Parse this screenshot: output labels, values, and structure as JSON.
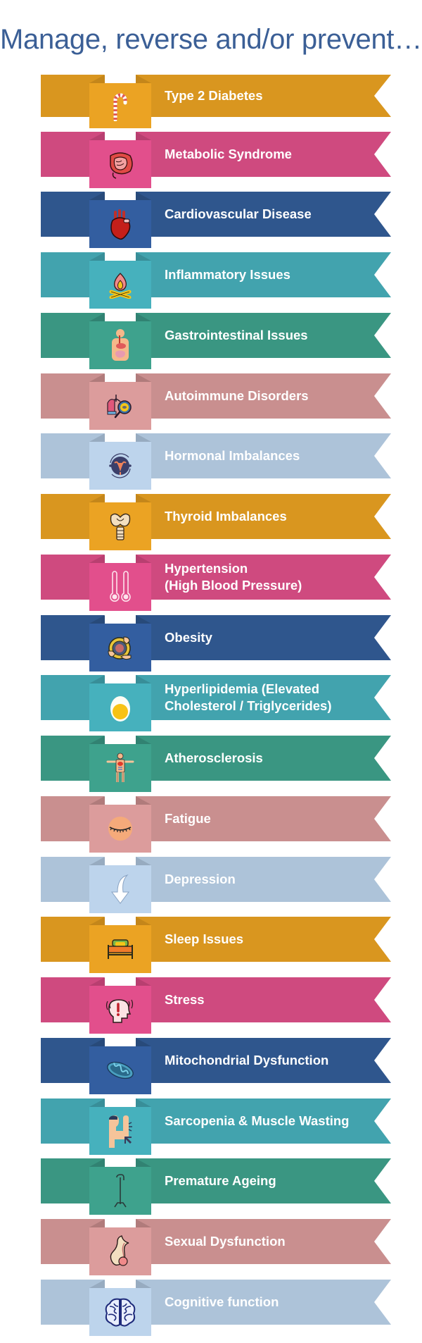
{
  "title": "Manage, reverse and/or prevent…",
  "colors": {
    "title": "#3b5f96",
    "label_text": "#ffffff",
    "themes": {
      "gold": {
        "banner": "#d9961f",
        "tab": "#eba323",
        "fold": "#c4861a"
      },
      "pink": {
        "banner": "#cf4a7f",
        "tab": "#e24f8c",
        "fold": "#b83f70"
      },
      "navy": {
        "banner": "#2f568d",
        "tab": "#335ea0",
        "fold": "#284a7a"
      },
      "cyan": {
        "banner": "#42a3ae",
        "tab": "#46b1bd",
        "fold": "#388e98"
      },
      "green": {
        "banner": "#3a9682",
        "tab": "#3ea28d",
        "fold": "#318272"
      },
      "rose": {
        "banner": "#c98f8f",
        "tab": "#dc9c9c",
        "fold": "#b07b7b"
      },
      "sky": {
        "banner": "#adc3d9",
        "tab": "#bdd4ec",
        "fold": "#97abc0"
      }
    }
  },
  "conditions": [
    {
      "label": "Type 2 Diabetes",
      "label2": "",
      "theme": "gold",
      "icon": "candy-cane-icon"
    },
    {
      "label": "Metabolic Syndrome",
      "label2": "",
      "theme": "pink",
      "icon": "intestines-icon"
    },
    {
      "label": "Cardiovascular Disease",
      "label2": "",
      "theme": "navy",
      "icon": "heart-icon"
    },
    {
      "label": "Inflammatory Issues",
      "label2": "",
      "theme": "cyan",
      "icon": "campfire-icon"
    },
    {
      "label": "Gastrointestinal Issues",
      "label2": "",
      "theme": "green",
      "icon": "digestive-system-icon"
    },
    {
      "label": "Autoimmune Disorders",
      "label2": "",
      "theme": "rose",
      "icon": "lungs-magnifier-icon"
    },
    {
      "label": "Hormonal Imbalances",
      "label2": "",
      "theme": "sky",
      "icon": "uterus-cycle-icon"
    },
    {
      "label": "Thyroid Imbalances",
      "label2": "",
      "theme": "gold",
      "icon": "thyroid-icon"
    },
    {
      "label": "Hypertension",
      "label2": "(High Blood Pressure)",
      "theme": "pink",
      "icon": "thermometers-icon"
    },
    {
      "label": "Obesity",
      "label2": "",
      "theme": "navy",
      "icon": "measuring-tape-icon"
    },
    {
      "label": "Hyperlipidemia (Elevated",
      "label2": "Cholesterol / Triglycerides)",
      "theme": "cyan",
      "icon": "egg-icon"
    },
    {
      "label": "Atherosclerosis",
      "label2": "",
      "theme": "green",
      "icon": "body-circulation-icon"
    },
    {
      "label": "Fatigue",
      "label2": "",
      "theme": "rose",
      "icon": "closed-eye-icon"
    },
    {
      "label": "Depression",
      "label2": "",
      "theme": "sky",
      "icon": "down-arrow-icon"
    },
    {
      "label": "Sleep Issues",
      "label2": "",
      "theme": "gold",
      "icon": "bed-icon"
    },
    {
      "label": "Stress",
      "label2": "",
      "theme": "pink",
      "icon": "stressed-head-icon"
    },
    {
      "label": "Mitochondrial Dysfunction",
      "label2": "",
      "theme": "navy",
      "icon": "mitochondria-icon"
    },
    {
      "label": "Sarcopenia & Muscle Wasting",
      "label2": "",
      "theme": "cyan",
      "icon": "arm-pain-icon"
    },
    {
      "label": "Premature Ageing",
      "label2": "",
      "theme": "green",
      "icon": "walking-cane-icon"
    },
    {
      "label": "Sexual Dysfunction",
      "label2": "",
      "theme": "rose",
      "icon": "male-reproductive-icon"
    },
    {
      "label": "Cognitive function",
      "label2": "",
      "theme": "sky",
      "icon": "brain-icon"
    }
  ]
}
